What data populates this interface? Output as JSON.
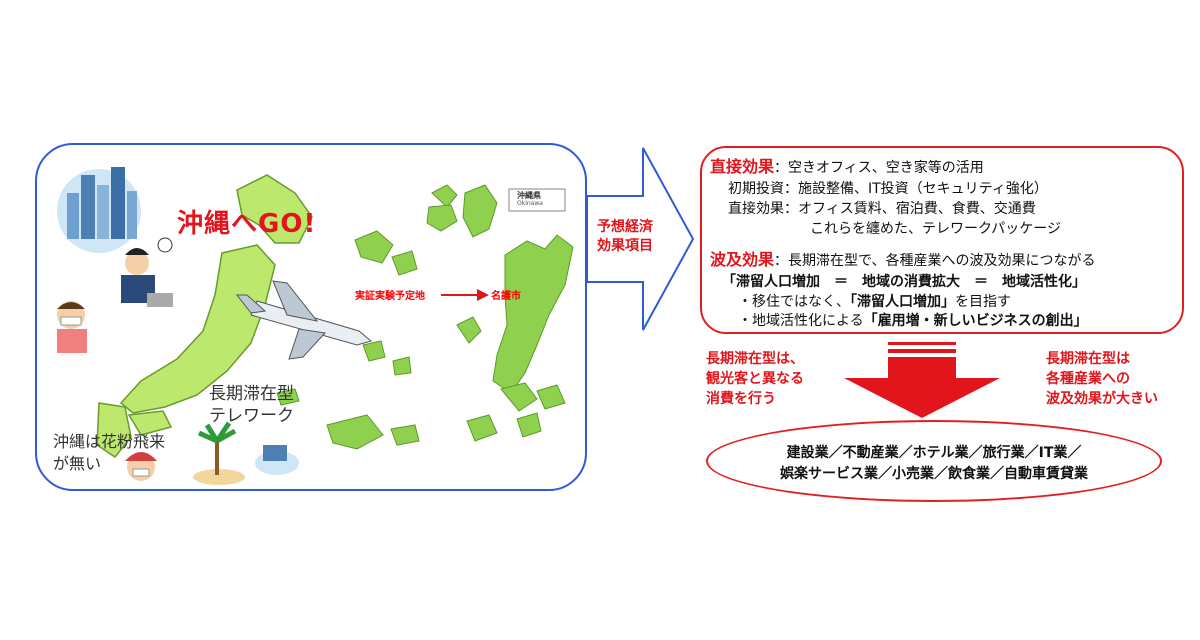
{
  "left": {
    "title": "沖縄へGO!",
    "telework_caption_line1": "長期滞在型",
    "telework_caption_line2": "テレワーク",
    "pollen_caption_line1": "沖縄は花粉飛来",
    "pollen_caption_line2": "が無い",
    "site_label": "実証実験予定地",
    "city_label": "名護市",
    "map_badge_title": "沖縄県",
    "map_badge_sub": "Okinawa"
  },
  "arrow_label_line1": "予想経済",
  "arrow_label_line2": "効果項目",
  "effects": {
    "direct_title": "直接効果",
    "direct_text": "：空きオフィス、空き家等の活用",
    "initial_key": "初期投資：",
    "initial_val": "施設整備、IT投資（セキュリティ強化）",
    "direct2_key": "直接効果：",
    "direct2_val": "オフィス賃料、宿泊費、食費、交通費",
    "direct2_val2": "これらを纏めた、テレワークパッケージ",
    "ripple_title": "波及効果",
    "ripple_text": "：長期滞在型で、各種産業への波及効果につながる",
    "equation": "「滞留人口増加　＝　地域の消費拡大　＝　地域活性化」",
    "bullet1_pre": "・移住ではなく、",
    "bullet1_bold": "「滞留人口増加」",
    "bullet1_post": "を目指す",
    "bullet2_pre": "・地域活性化による",
    "bullet2_bold": "「雇用増・新しいビジネスの創出」"
  },
  "mid_left_line1": "長期滞在型は、",
  "mid_left_line2": "観光客と異なる",
  "mid_left_line3": "消費を行う",
  "mid_right_line1": "長期滞在型は",
  "mid_right_line2": "各種産業への",
  "mid_right_line3": "波及効果が大きい",
  "industries_line1": "建設業／不動産業／ホテル業／旅行業／IT業／",
  "industries_line2": "娯楽サービス業／小売業／飲食業／自動車賃貸業",
  "colors": {
    "accent_red": "#e0161c",
    "panel_blue": "#2f5bd6",
    "map_green": "#8fd14f"
  }
}
